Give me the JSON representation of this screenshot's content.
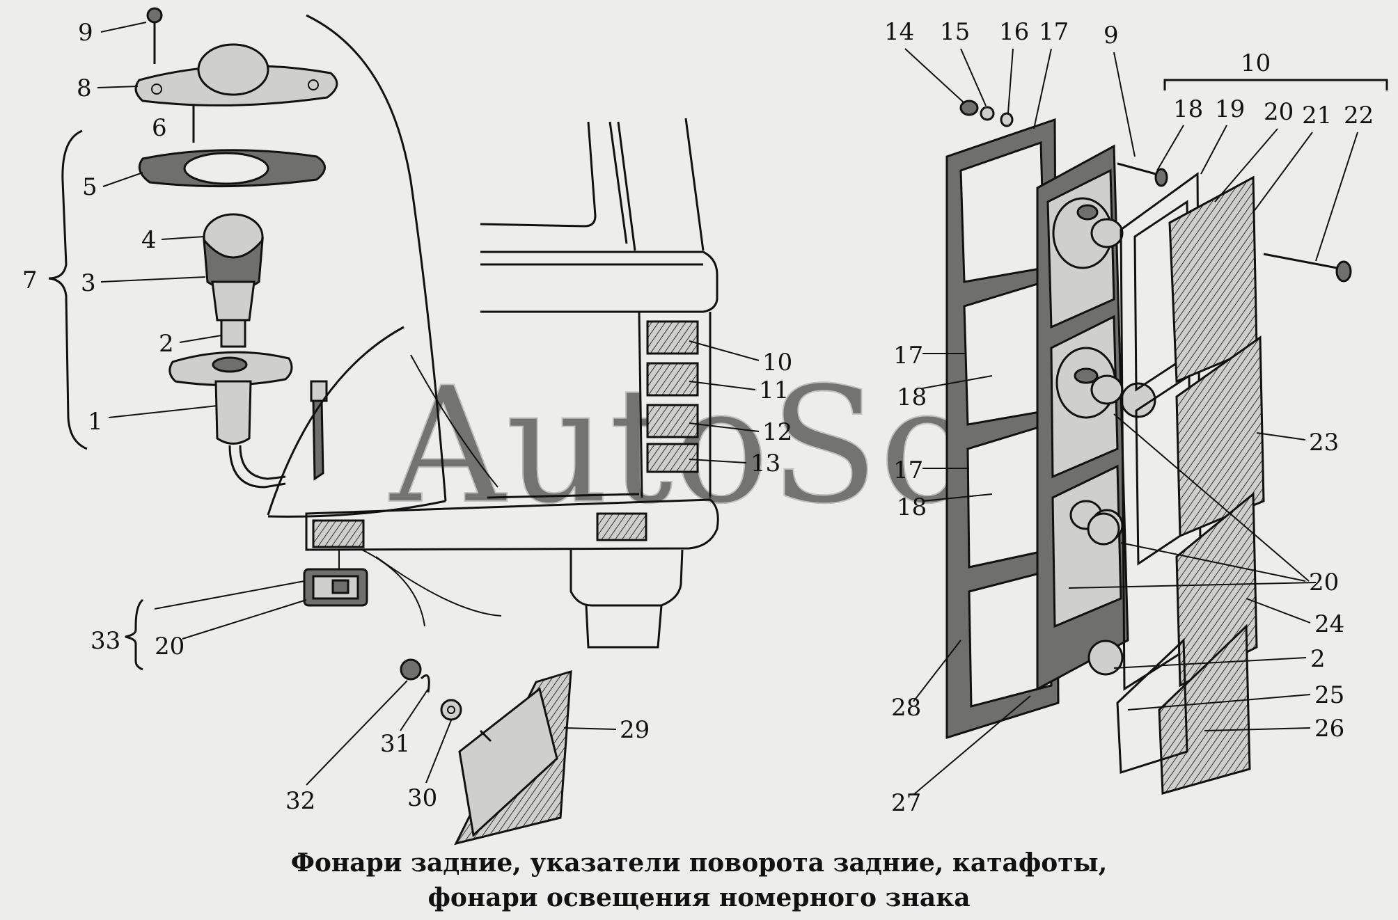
{
  "caption": {
    "line1": "Фонари задние, указатели поворота задние, катафоты,",
    "line2": "фонари освещения номерного знака"
  },
  "watermark": "AutoSoft",
  "callouts": {
    "left": [
      "9",
      "8",
      "6",
      "5",
      "4",
      "3",
      "7",
      "2",
      "1",
      "33",
      "20"
    ],
    "center": [
      "10",
      "11",
      "12",
      "13",
      "29",
      "31",
      "32",
      "30"
    ],
    "right": [
      "14",
      "15",
      "16",
      "17",
      "9",
      "10",
      "18",
      "19",
      "20",
      "21",
      "22",
      "17",
      "18",
      "23",
      "17",
      "18",
      "20",
      "24",
      "2",
      "25",
      "26",
      "28",
      "27"
    ]
  }
}
